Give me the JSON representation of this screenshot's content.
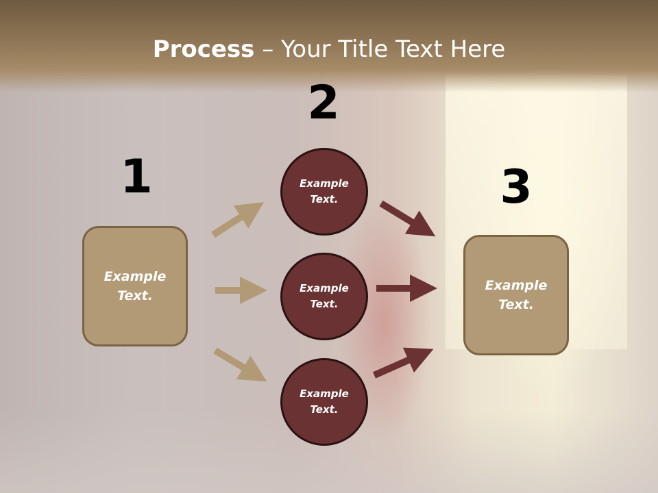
{
  "title": {
    "bold": "Process",
    "rest": " – Your Title Text Here"
  },
  "steps": {
    "one": "1",
    "two": "2",
    "three": "3"
  },
  "box_left": "Example\nText.",
  "circles": [
    "Example\nText.",
    "Example\nText.",
    "Example\nText."
  ],
  "box_right": "Example\nText.",
  "colors": {
    "header": "#8f7656",
    "box_fill": "#b19a75",
    "circle_fill": "#6a3233",
    "arrow_tan": "#b19a75",
    "arrow_maroon": "#6a3233"
  }
}
